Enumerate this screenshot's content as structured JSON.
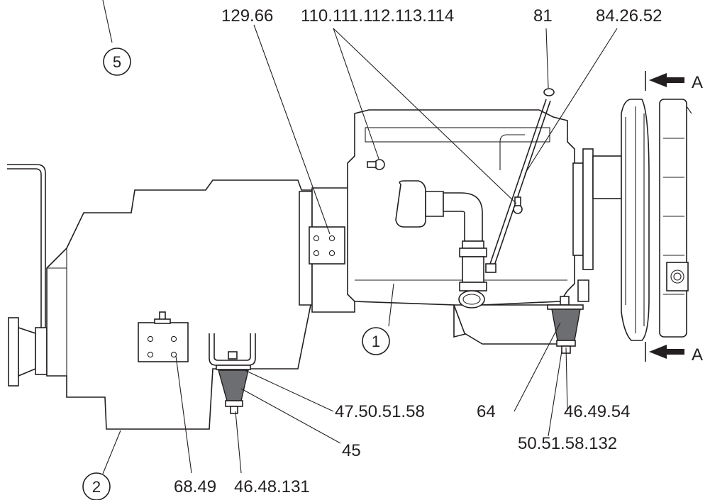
{
  "callouts": {
    "c_129_66": "129.66",
    "c_110_114": "110.111.112.113.114",
    "c_81": "81",
    "c_84_26_52": "84.26.52",
    "c_47_50_51_58": "47.50.51.58",
    "c_64": "64",
    "c_46_49_54": "46.49.54",
    "c_50_51_58_132": "50.51.58.132",
    "c_45": "45",
    "c_68_49": "68.49",
    "c_46_48_131": "46.48.131"
  },
  "circled_items": {
    "item_5": "5",
    "item_1": "1",
    "item_2": "2"
  },
  "view_markers": {
    "top": "A",
    "bottom": "A"
  },
  "colors": {
    "line": "#231f20",
    "mount_fill": "#6d6e71",
    "background": "#ffffff"
  }
}
